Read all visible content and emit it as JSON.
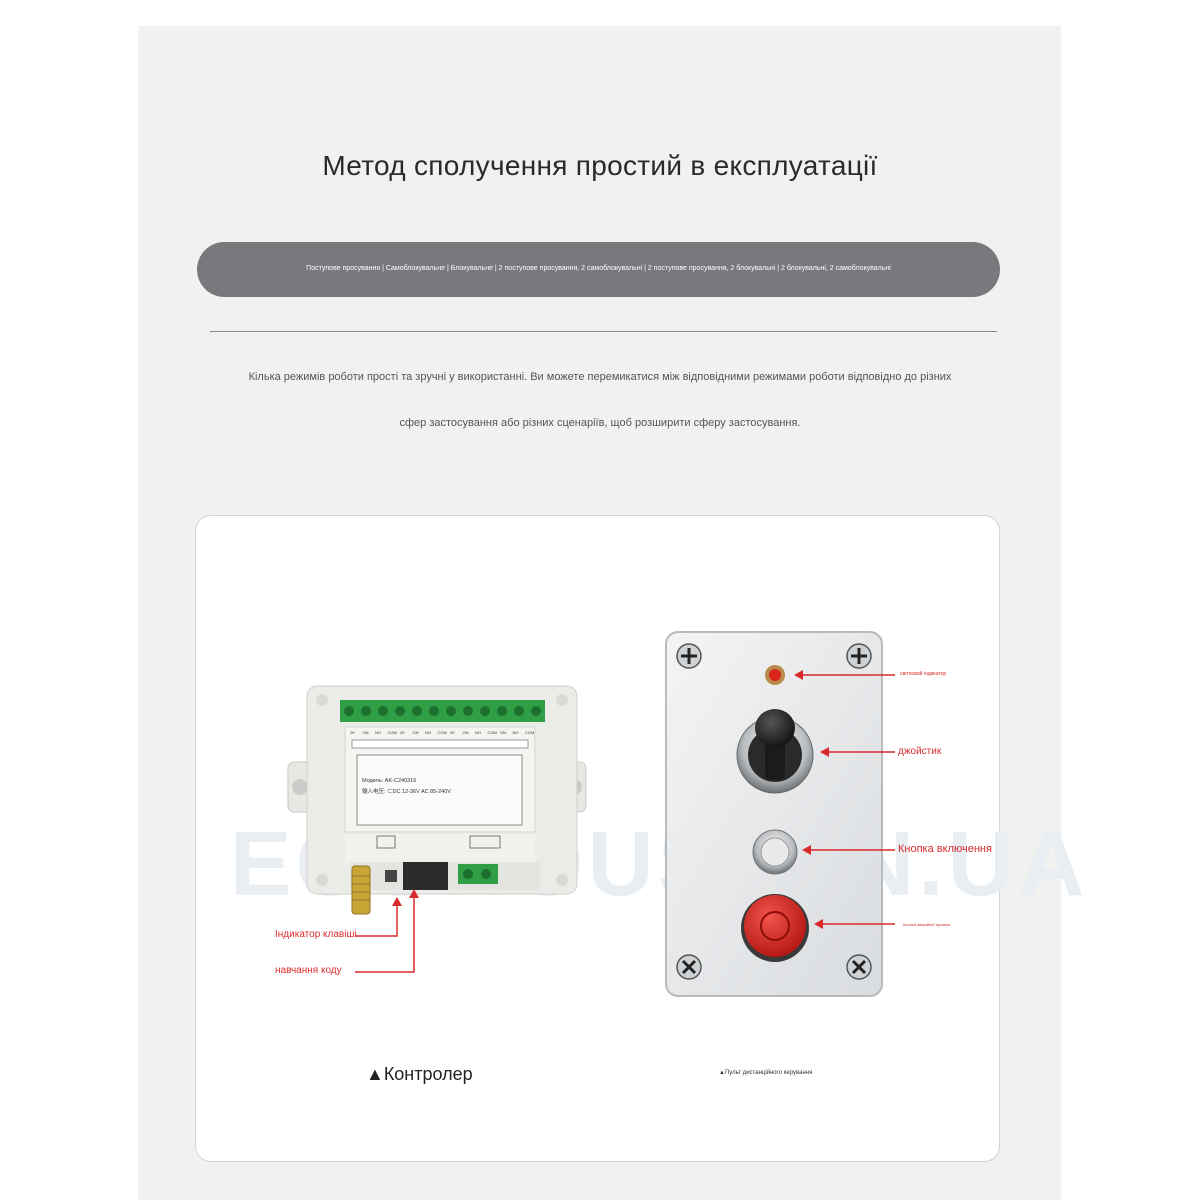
{
  "header": {
    "title": "Метод сполучення простий в експлуатації",
    "modes_text": "Поступове просування | Самоблокувальне | Блокувальне | 2 поступове просування, 2 самоблокувальні | 2 поступове просування, 2 блокувальні | 2 блокувальні, 2 самоблокувальні"
  },
  "description": {
    "line1": "Кілька режимів роботи прості та зручні у використанні. Ви можете перемикатися між відповідними режимами роботи відповідно до різних",
    "line2": "сфер застосування або різних сценаріїв, щоб розширити сферу застосування."
  },
  "watermark": "ECOHOUSE.IN.UA",
  "controller": {
    "caption": "▲Контролер",
    "labels": {
      "key_indicator": "Індикатор клавіші",
      "code_learning": "навчання коду"
    },
    "device_text": {
      "model": "Модель: AK-C240316",
      "input": "输入电压: ⊂DC 12-36V AC 85-240V",
      "terminals": [
        "2K",
        "ON",
        "NO",
        "COM",
        "2K",
        "ON",
        "NO",
        "COM",
        "2K",
        "ON",
        "NO",
        "COM",
        "ON",
        "NO",
        "COM"
      ]
    }
  },
  "remote": {
    "caption": "▲Пульт дистанційного керування",
    "labels": {
      "indicator": "світловий індикатор",
      "joystick": "джойстик",
      "power_button": "Кнопка включення",
      "emergency": "Кнопка аварійної зупинки"
    }
  },
  "colors": {
    "panel_bg": "#f1f1ef",
    "pill_bg": "#77797c",
    "label_red": "#d92b2b",
    "estop_red": "#d6201e",
    "terminal_green": "#2f9e44"
  }
}
